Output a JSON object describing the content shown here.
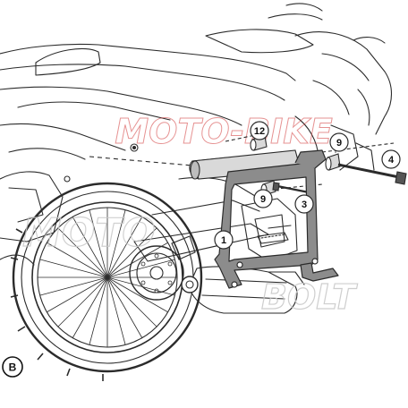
{
  "diagram": {
    "callouts": [
      {
        "id": "1",
        "label": "1"
      },
      {
        "id": "3",
        "label": "3"
      },
      {
        "id": "4",
        "label": "4"
      },
      {
        "id": "9a",
        "label": "9"
      },
      {
        "id": "9b",
        "label": "9"
      },
      {
        "id": "12",
        "label": "12"
      }
    ],
    "step_label": "B",
    "watermarks": {
      "top": "MOTO-BIKE",
      "left": "MOTO",
      "right": "BOLT"
    }
  },
  "colors": {
    "line": "#2b2b2b",
    "bracket_fill": "#8c8c8c",
    "watermark_red": "#d23a3a",
    "watermark_gray": "#c9c9c9"
  }
}
